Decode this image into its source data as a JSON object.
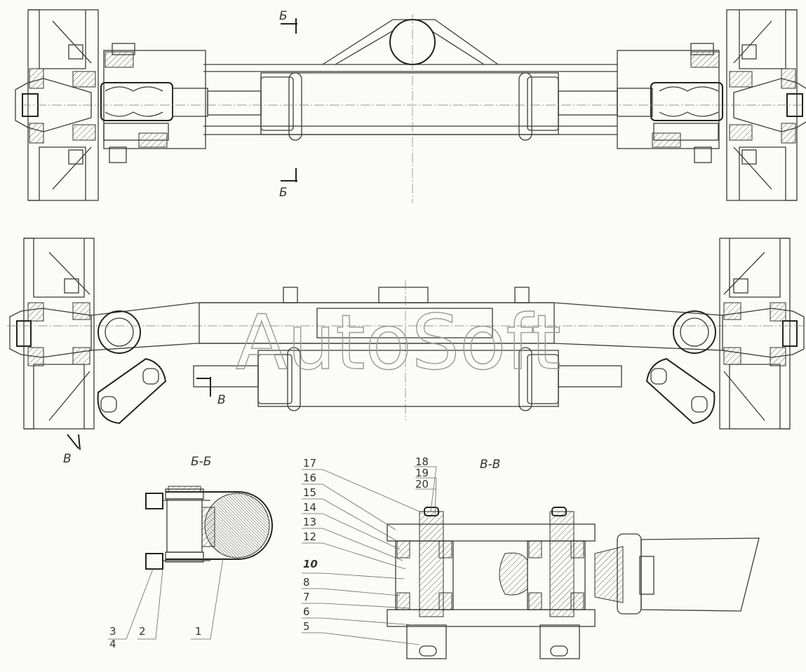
{
  "watermark": "AutoSoft",
  "section_marks": {
    "b_top": "Б",
    "b_bottom": "Б",
    "v_mid": "В",
    "v_left": "В",
    "title_b": "Б-Б",
    "title_v": "В-В"
  },
  "callouts_bb": [
    "3",
    "4",
    "2",
    "1"
  ],
  "callouts_vv_left": [
    "17",
    "16",
    "15",
    "14",
    "13",
    "12",
    "10",
    "8",
    "7",
    "6",
    "5"
  ],
  "callouts_vv_top": [
    "18",
    "19",
    "20"
  ]
}
